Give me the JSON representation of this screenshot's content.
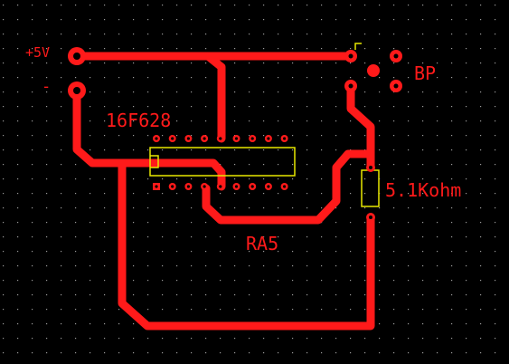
{
  "labels": {
    "plus5v": "+5V",
    "minus": "-",
    "chip": "16F628",
    "button": "BP",
    "resistor": "5.1Kohm",
    "pin": "RA5"
  },
  "colors": {
    "background": "#000000",
    "trace": "#ff1a1a",
    "silkscreen": "#e8e800",
    "grid_dot": "#9a9a9a",
    "pad_hole": "#000000"
  }
}
